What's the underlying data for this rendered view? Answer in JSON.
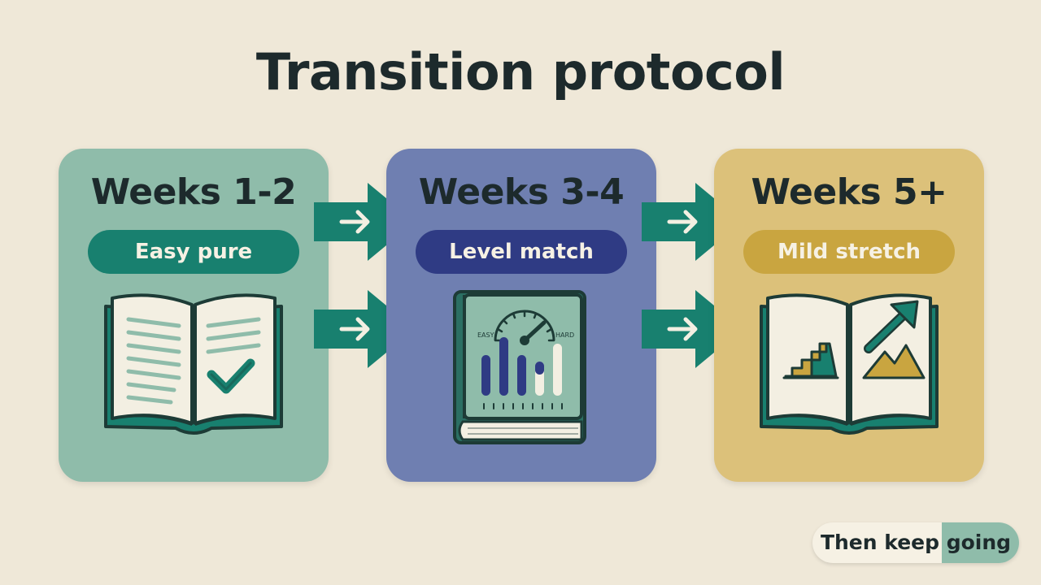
{
  "title": "Transition protocol",
  "stages": [
    {
      "heading": "Weeks 1-2",
      "label": "Easy pure",
      "icon": "open-book-check-icon"
    },
    {
      "heading": "Weeks 3-4",
      "label": "Level match",
      "icon": "difficulty-gauge-book-icon"
    },
    {
      "heading": "Weeks 5+",
      "label": "Mild stretch",
      "icon": "open-book-mountain-icon"
    }
  ],
  "gauge": {
    "easy_label": "EASY",
    "hard_label": "HARD"
  },
  "footer": {
    "label": "Then keep going"
  },
  "colors": {
    "background": "#efe8d8",
    "stage1": "#8fbcaa",
    "stage2": "#6f7fb1",
    "stage3": "#dcc17a",
    "teal": "#18806f",
    "navy": "#2f3b84",
    "gold": "#c9a540"
  }
}
